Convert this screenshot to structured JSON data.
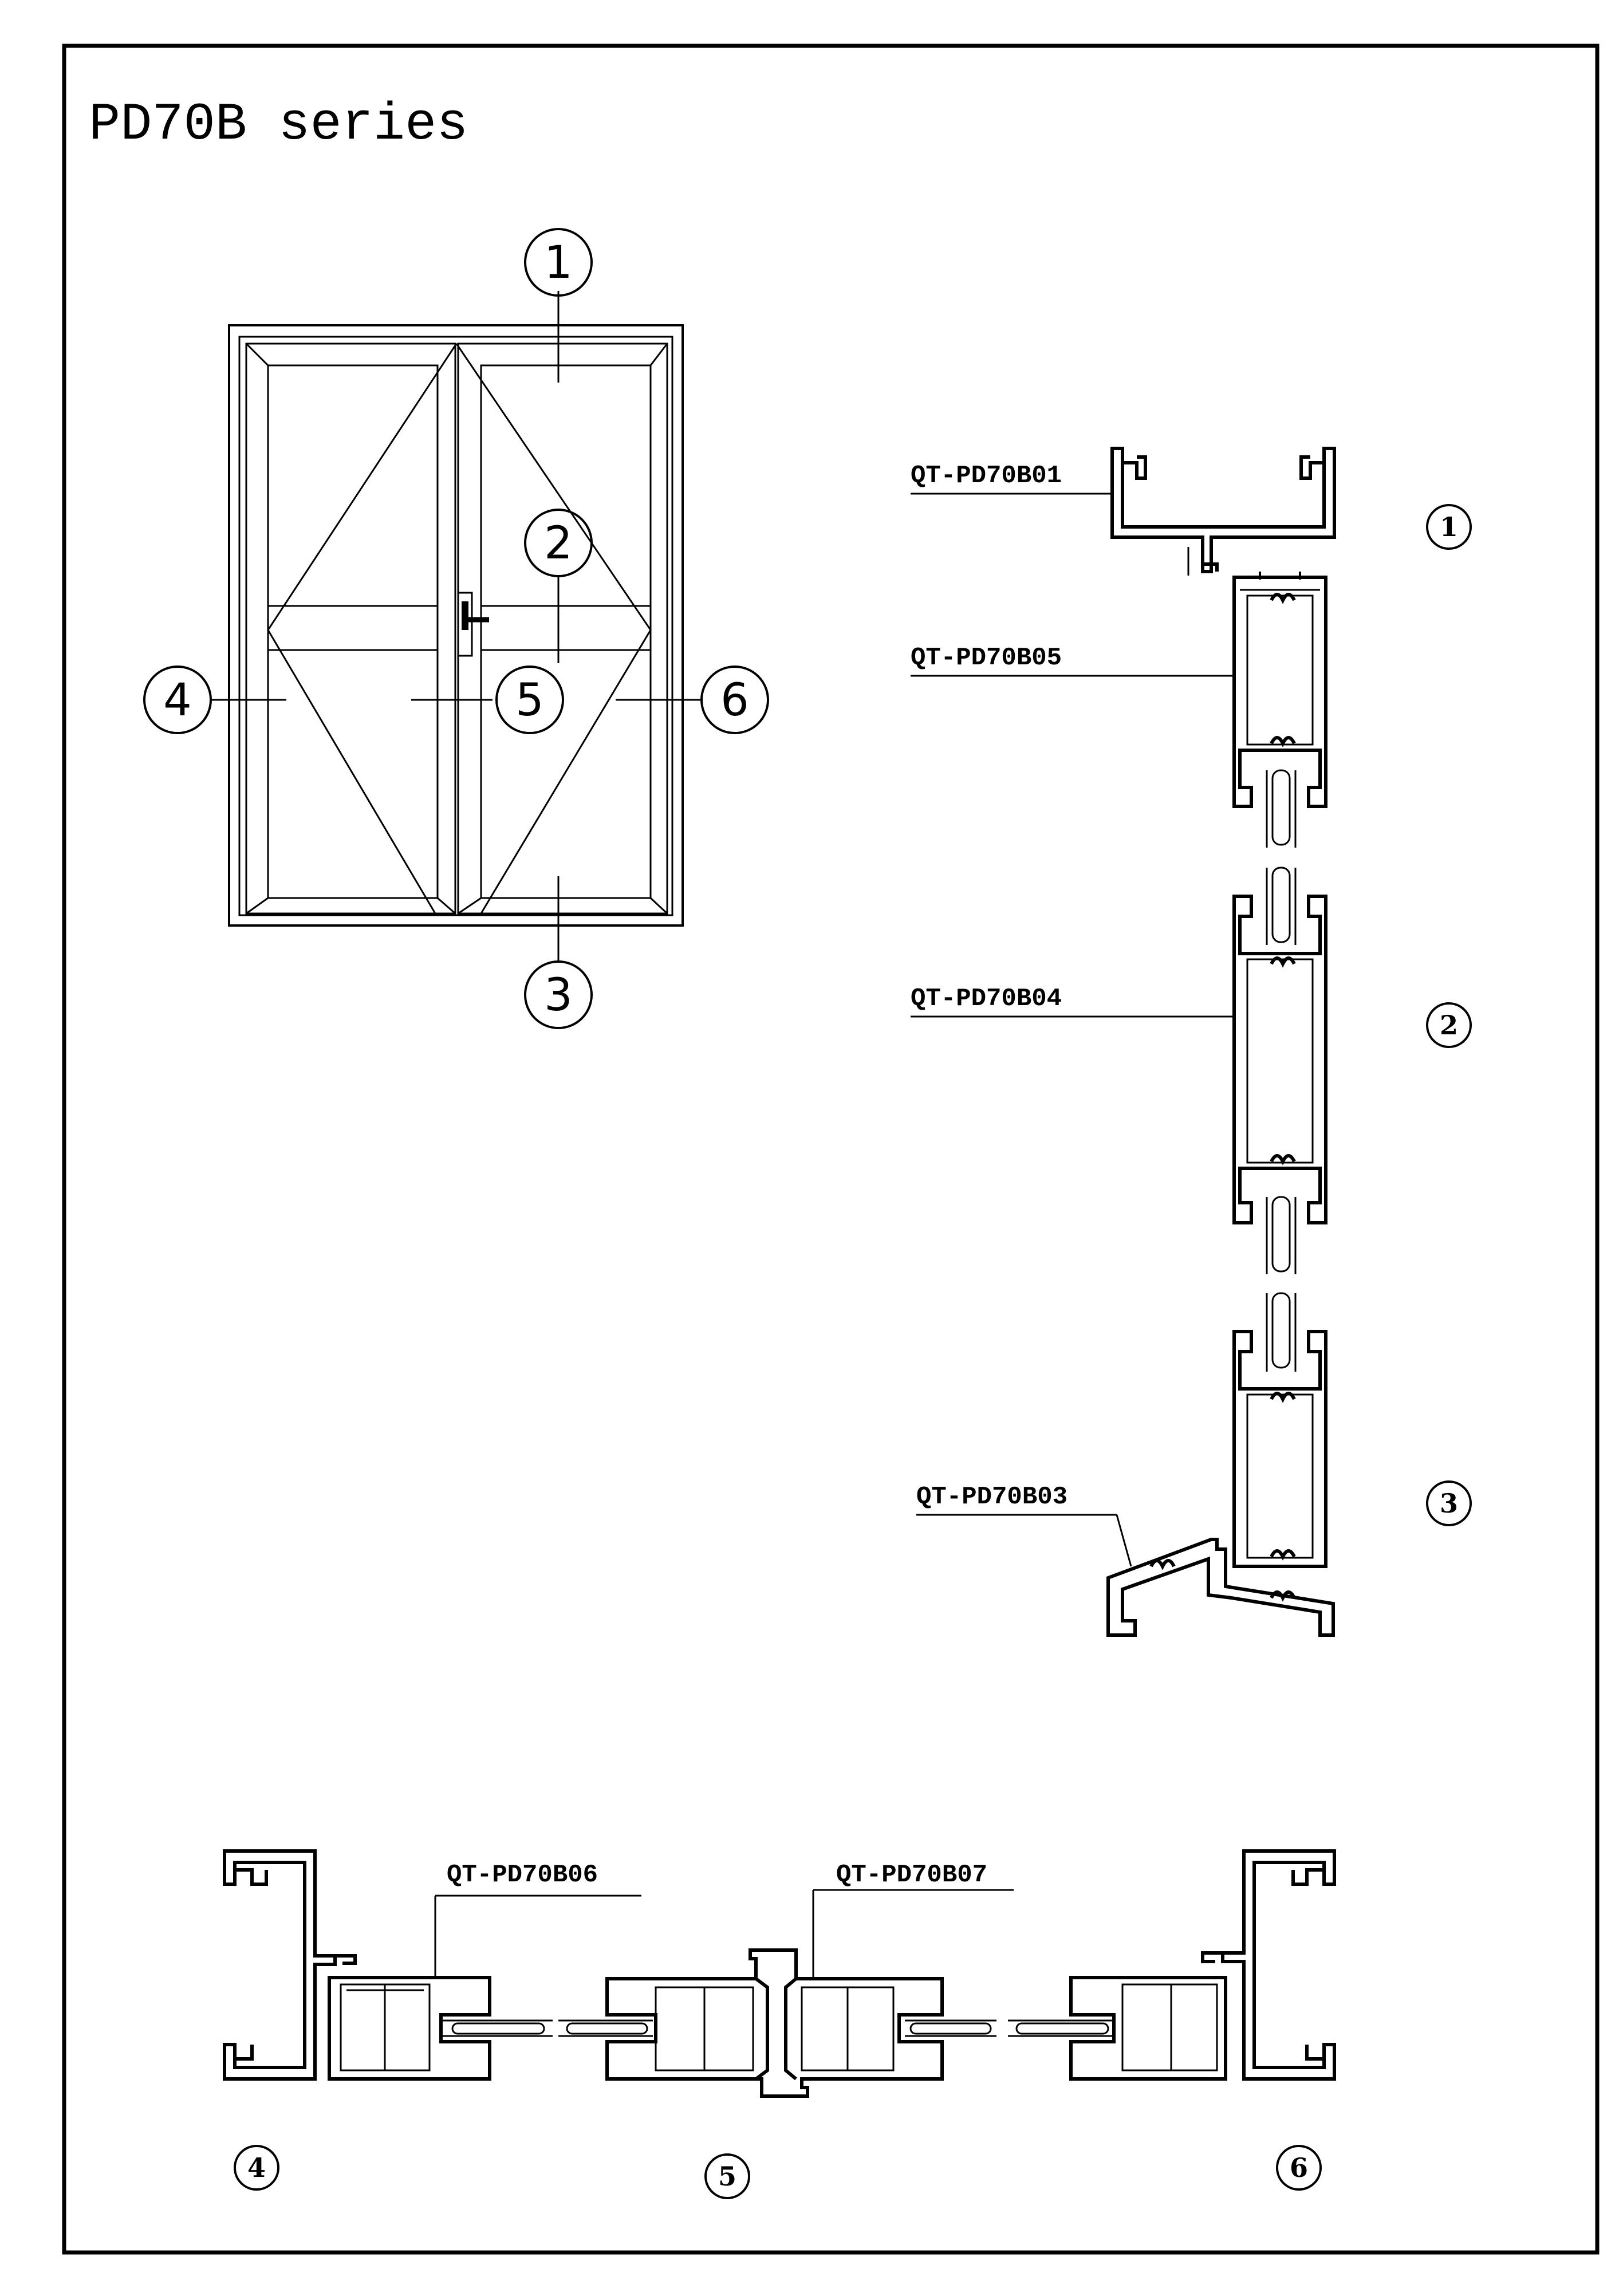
{
  "title": "PD70B series",
  "elevation": {
    "callouts": [
      "1",
      "2",
      "3",
      "4",
      "5",
      "6"
    ]
  },
  "sections": [
    {
      "id": "1",
      "profile_code": "QT-PD70B01"
    },
    {
      "id": "2",
      "profile_code": "QT-PD70B05"
    },
    {
      "id": "2",
      "profile_code": "QT-PD70B04"
    },
    {
      "id": "3",
      "profile_code": "QT-PD70B03"
    },
    {
      "id": "5",
      "profile_code": "QT-PD70B06"
    },
    {
      "id": "5",
      "profile_code": "QT-PD70B07"
    }
  ],
  "section_markers": [
    "1",
    "2",
    "3",
    "4",
    "5",
    "6"
  ]
}
